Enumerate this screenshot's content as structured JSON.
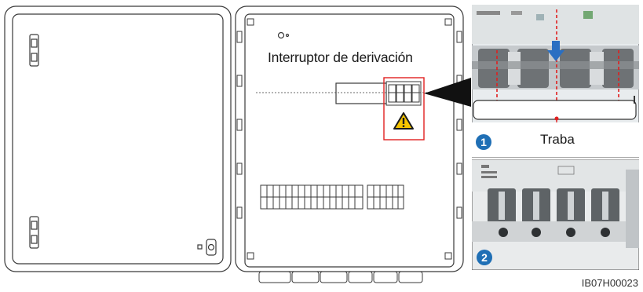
{
  "labels": {
    "bypass_switch": "Interruptor de derivación",
    "lock": "Traba",
    "doc_id": "IB07H00023"
  },
  "steps": {
    "one": "1",
    "two": "2"
  },
  "icons": {
    "warning": "warning-triangle-icon",
    "door_lock": "lock-icon",
    "ground": "ground-symbol-icon",
    "arrow": "arrow-down-icon"
  },
  "colors": {
    "outline": "#3a3a3a",
    "highlight": "#e02020",
    "warning_fill": "#f5c400",
    "step_badge": "#1f6fb5",
    "arrow": "#2a6fc2"
  }
}
